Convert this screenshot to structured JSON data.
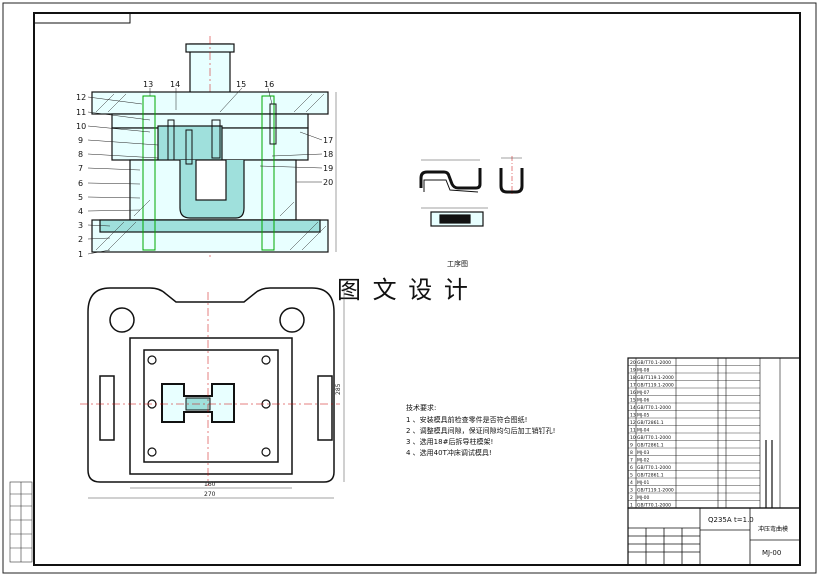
{
  "watermark": "图 文 设 计",
  "callouts": {
    "left": [
      "12",
      "11",
      "10",
      "9",
      "8",
      "7",
      "6",
      "5",
      "4",
      "3",
      "2",
      "1"
    ],
    "top": [
      "13",
      "14",
      "15",
      "16"
    ],
    "right": [
      "17",
      "18",
      "19",
      "20"
    ]
  },
  "process_figure_label": "工序图",
  "technical_requirements": {
    "title": "技术要求:",
    "items": [
      "1 、安装模具前检查零件是否符合图纸!",
      "2 、调整模具间隙，保证间隙均匀后加工销钉孔!",
      "3 、选用18#后拆导柱模架!",
      "4 、选用40T冲床调试模具!"
    ]
  },
  "title_block": {
    "material": "Q235A",
    "thickness": "t=1.0",
    "name": "冲压弯曲模",
    "drawing_no": "MJ-00"
  },
  "dimensions": {
    "bottom_inner": "160",
    "bottom_outer": "270",
    "right_height": "285"
  },
  "bom_codes": [
    "GB/T70.1-2000",
    "MJ-08",
    "GB/T119.1-2000",
    "GB/T119.1-2000",
    "MJ-07",
    "MJ-06",
    "GB/T70.1-2000",
    "MJ-05",
    "GB/T2861.1",
    "MJ-04",
    "GB/T70.1-2000",
    "GB/T2861.1",
    "MJ-03",
    "MJ-02",
    "GB/T70.1-2000",
    "GB/T2861.1",
    "MJ-01",
    "GB/T119.1-2000",
    "MJ-00",
    "GB/T70.1-2000"
  ]
}
